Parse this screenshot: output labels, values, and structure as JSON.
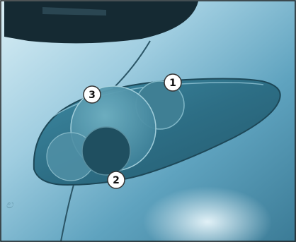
{
  "callouts": [
    {
      "label": "1"
    },
    {
      "label": "2"
    },
    {
      "label": "3"
    }
  ],
  "colors": {
    "body_light": "#cfe6ef",
    "body_mid": "#7fb8cf",
    "body_dark": "#3d7f9c",
    "lens_outer": "#2f6f86",
    "lens_inner": "#5b9fb3",
    "bulb_dark": "#1f4f60",
    "window_dark": "#152a33"
  }
}
